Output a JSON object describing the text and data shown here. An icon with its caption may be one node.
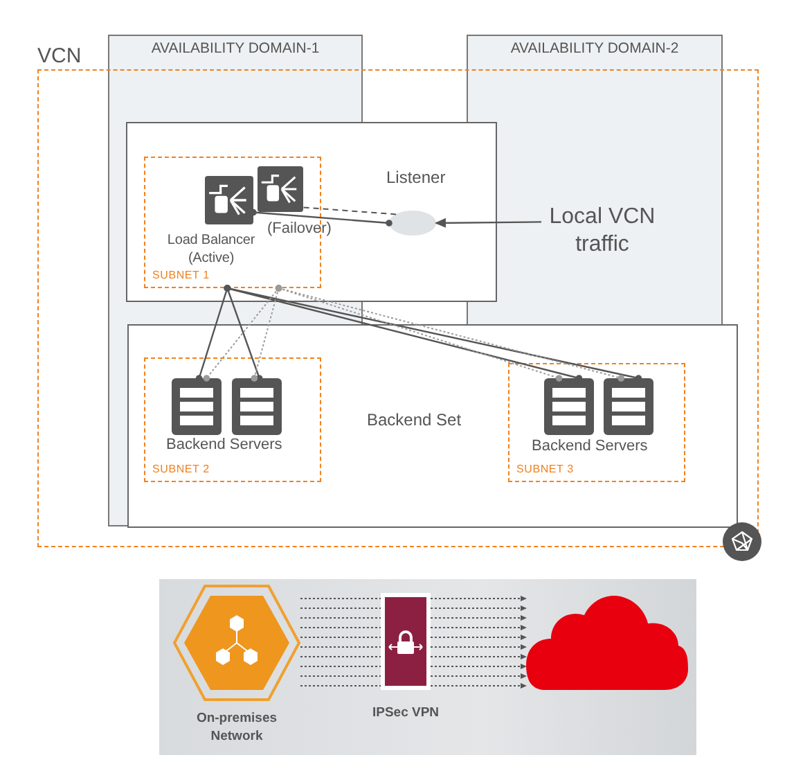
{
  "diagram": {
    "nodes": [
      {
        "text": [
          "VCN"
        ]
      },
      {
        "text": [
          "AVAILABILITY DOMAIN-1"
        ]
      },
      {
        "text": [
          "AVAILABILITY DOMAIN-2"
        ]
      },
      {
        "text": [
          "Listener"
        ],
        "in": 0
      },
      {
        "text": [
          "SUBNET 1"
        ],
        "in": 3
      },
      {
        "text": [
          "Load Balancer (Active)"
        ],
        "in": 4
      },
      {
        "text": [
          "(Failover)"
        ],
        "in": 4
      },
      {
        "text": [],
        "shape": "ellipse",
        "in": 3
      },
      {
        "text": [
          "Local VCN traffic"
        ],
        "in": 0
      },
      {
        "text": [
          "Backend Set"
        ],
        "in": 0
      },
      {
        "text": [
          "Backend Servers",
          "SUBNET 2"
        ],
        "in": 9
      },
      {
        "text": [],
        "shape": "server",
        "in": 10
      },
      {
        "text": [],
        "shape": "server",
        "in": 10
      },
      {
        "text": [
          "Backend Servers",
          "SUBNET 3"
        ],
        "in": 9
      },
      {
        "text": [],
        "shape": "server",
        "in": 13
      },
      {
        "text": [],
        "shape": "server",
        "in": 13
      },
      {
        "text": [],
        "shape": "box"
      },
      {
        "text": [
          "On-premises Network"
        ],
        "in": 16
      },
      {
        "text": [
          "IPSec VPN"
        ],
        "in": 16
      },
      {
        "text": [],
        "shape": "cloud",
        "in": 16
      }
    ],
    "edges": [
      {
        "from": 8,
        "to": 7,
        "arrow": "to"
      },
      {
        "from": 7,
        "to": 5,
        "arrow": "other"
      },
      {
        "from": 7,
        "to": 6,
        "arrow": "none",
        "style": "dashed"
      },
      {
        "from": 4,
        "to": 11,
        "arrow": "other"
      },
      {
        "from": 4,
        "to": 12,
        "arrow": "other"
      },
      {
        "from": 4,
        "to": 14,
        "arrow": "other"
      },
      {
        "from": 4,
        "to": 15,
        "arrow": "other"
      },
      {
        "from": 4,
        "to": 11,
        "arrow": "other",
        "style": "dashed",
        "color": "#9a9a9a"
      },
      {
        "from": 4,
        "to": 12,
        "arrow": "other",
        "style": "dashed",
        "color": "#9a9a9a"
      },
      {
        "from": 4,
        "to": 14,
        "arrow": "other",
        "style": "dashed",
        "color": "#9a9a9a"
      },
      {
        "from": 4,
        "to": 15,
        "arrow": "other",
        "style": "dashed",
        "color": "#9a9a9a"
      },
      {
        "from": 17,
        "to": 18,
        "arrow": "none",
        "style": "dashed"
      },
      {
        "from": 17,
        "to": 18,
        "arrow": "none",
        "style": "dashed"
      },
      {
        "from": 17,
        "to": 18,
        "arrow": "none",
        "style": "dashed"
      },
      {
        "from": 17,
        "to": 18,
        "arrow": "none",
        "style": "dashed"
      },
      {
        "from": 17,
        "to": 18,
        "arrow": "none",
        "style": "dashed"
      },
      {
        "from": 17,
        "to": 18,
        "arrow": "none",
        "style": "dashed"
      },
      {
        "from": 17,
        "to": 18,
        "arrow": "none",
        "style": "dashed"
      },
      {
        "from": 17,
        "to": 18,
        "arrow": "none",
        "style": "dashed"
      },
      {
        "from": 17,
        "to": 18,
        "arrow": "none",
        "style": "dashed"
      },
      {
        "from": 17,
        "to": 18,
        "arrow": "none",
        "style": "dashed"
      },
      {
        "from": 18,
        "to": 19,
        "arrow": "to",
        "style": "dashed"
      },
      {
        "from": 18,
        "to": 19,
        "arrow": "to",
        "style": "dashed"
      },
      {
        "from": 18,
        "to": 19,
        "arrow": "to",
        "style": "dashed"
      },
      {
        "from": 18,
        "to": 19,
        "arrow": "to",
        "style": "dashed"
      },
      {
        "from": 18,
        "to": 19,
        "arrow": "to",
        "style": "dashed"
      },
      {
        "from": 18,
        "to": 19,
        "arrow": "to",
        "style": "dashed"
      },
      {
        "from": 18,
        "to": 19,
        "arrow": "to",
        "style": "dashed"
      },
      {
        "from": 18,
        "to": 19,
        "arrow": "to",
        "style": "dashed"
      },
      {
        "from": 18,
        "to": 19,
        "arrow": "to",
        "style": "dashed"
      },
      {
        "from": 18,
        "to": 19,
        "arrow": "to",
        "style": "dashed"
      }
    ]
  }
}
